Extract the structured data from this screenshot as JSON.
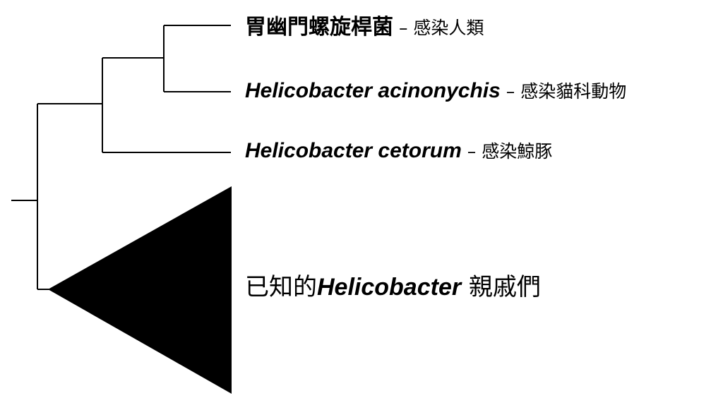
{
  "taxa": [
    {
      "name": "胃幽門螺旋桿菌",
      "name_style": "han",
      "separator": " – ",
      "host": "感染人類"
    },
    {
      "name": "Helicobacter acinonychis",
      "name_style": "latin",
      "separator": " – ",
      "host": "感染貓科動物"
    },
    {
      "name": "Helicobacter cetorum",
      "name_style": "latin",
      "separator": " – ",
      "host": "感染鯨豚"
    }
  ],
  "collapsed_clade": {
    "prefix": "已知的",
    "genus": "Helicobacter",
    "suffix": " 親戚們"
  },
  "colors": {
    "line": "#000000",
    "clade_fill": "#000000",
    "text": "#000000"
  }
}
